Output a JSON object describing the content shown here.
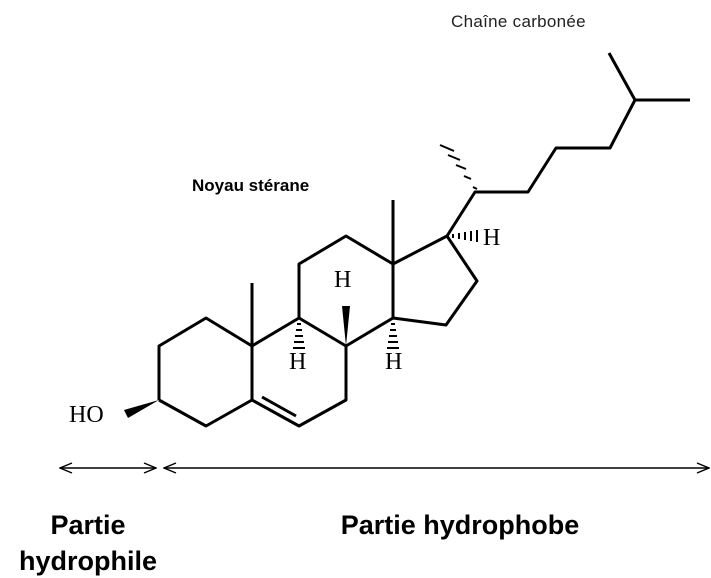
{
  "labels": {
    "chain": "Chaîne carbonée",
    "nucleus": "Noyau stérane"
  },
  "atoms": {
    "hydroxyl": "HO",
    "h_c17": "H",
    "h_c8": "H",
    "h_c9": "H",
    "h_c14": "H"
  },
  "parts": {
    "hydrophile_line1": "Partie",
    "hydrophile_line2": "hydrophile",
    "hydrophobe": "Partie hydrophobe"
  }
}
